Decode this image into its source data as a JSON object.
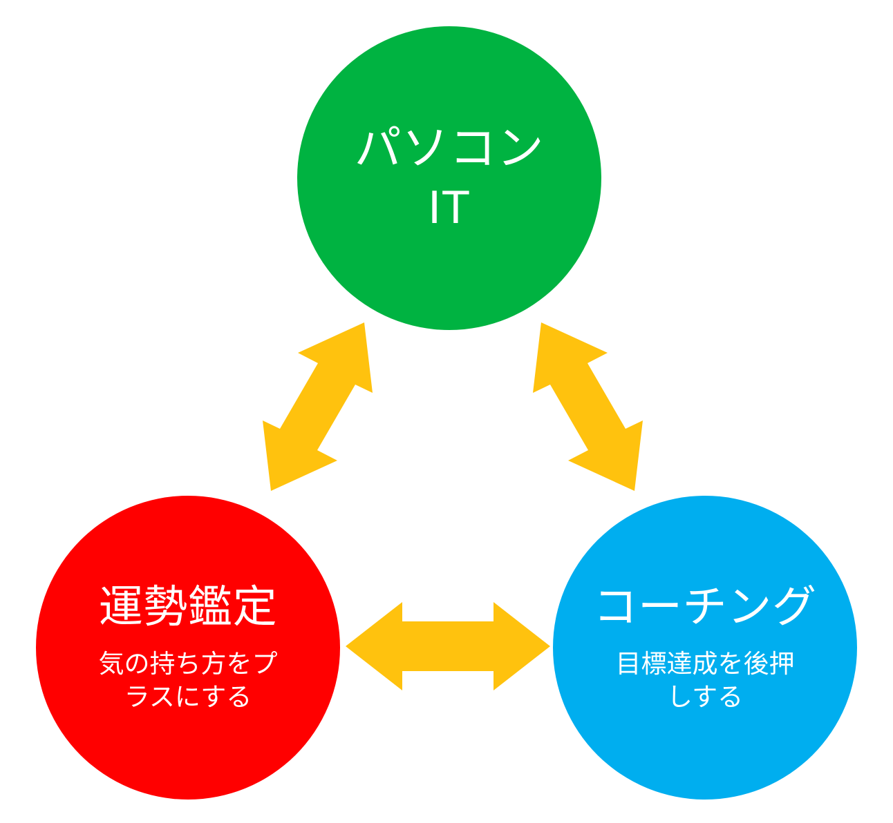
{
  "diagram": {
    "type": "triangular-relationship",
    "background": "#ffffff",
    "palette": {
      "green": "#00b341",
      "red": "#ff0000",
      "blue": "#00aeef",
      "arrow_yellow": "#ffc20e",
      "text": "#ffffff"
    },
    "nodes": [
      {
        "id": "pc",
        "title": "パソコン\nIT",
        "subtitle": "",
        "color": "#00b341",
        "position": "top"
      },
      {
        "id": "fortune",
        "title": "運勢鑑定",
        "subtitle": "気の持ち方をプラスにする",
        "color": "#ff0000",
        "position": "bottom-left"
      },
      {
        "id": "coaching",
        "title": "コーチング",
        "subtitle": "目標達成を後押しする",
        "color": "#00aeef",
        "position": "bottom-right"
      }
    ],
    "connectors": [
      {
        "id": "left",
        "from": "fortune",
        "to": "pc",
        "style": "double-headed",
        "direction": "diagonal-up-right",
        "color": "#ffc20e"
      },
      {
        "id": "right",
        "from": "coaching",
        "to": "pc",
        "style": "double-headed",
        "direction": "diagonal-up-left",
        "color": "#ffc20e"
      },
      {
        "id": "bottom",
        "from": "fortune",
        "to": "coaching",
        "style": "double-headed",
        "direction": "horizontal",
        "color": "#ffc20e"
      }
    ]
  }
}
